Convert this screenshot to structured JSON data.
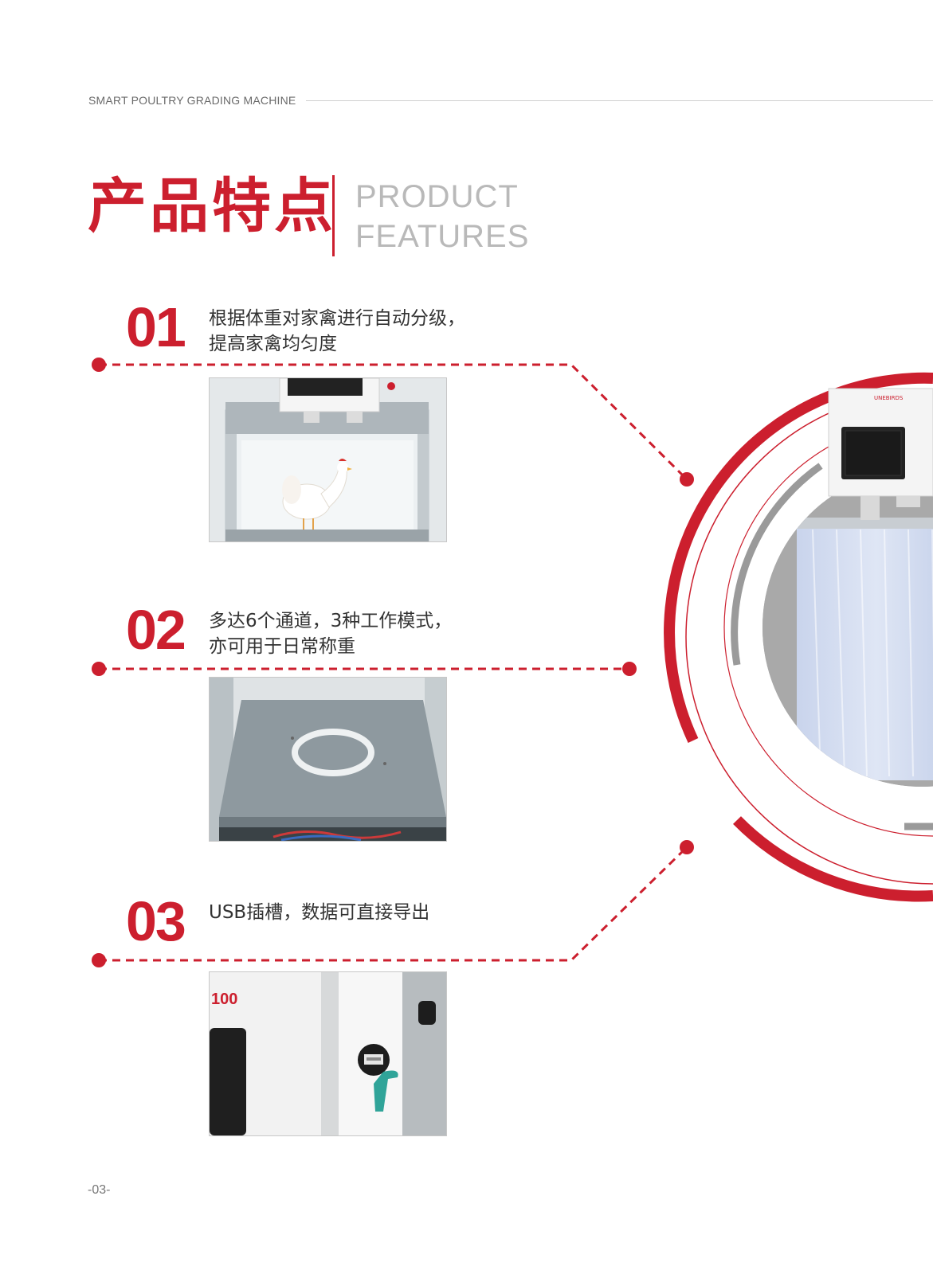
{
  "header": {
    "label": "SMART POULTRY GRADING MACHINE"
  },
  "title": {
    "cn": "产品特点",
    "en_line1": "PRODUCT",
    "en_line2": "FEATURES"
  },
  "features": [
    {
      "number": "01",
      "line1": "根据体重对家禽进行自动分级，",
      "line2": "提高家禽均匀度"
    },
    {
      "number": "02",
      "line1": "多达6个通道，3种工作模式，",
      "line2": "亦可用于日常称重"
    },
    {
      "number": "03",
      "line1": "USB插槽，数据可直接导出",
      "line2": ""
    }
  ],
  "machine": {
    "brand": "UNEBIRDS"
  },
  "photo3": {
    "panel_text": "100"
  },
  "footer": {
    "page": "-03-"
  },
  "colors": {
    "accent": "#cc1f2e",
    "muted": "#b9b9b9",
    "text": "#333333"
  }
}
